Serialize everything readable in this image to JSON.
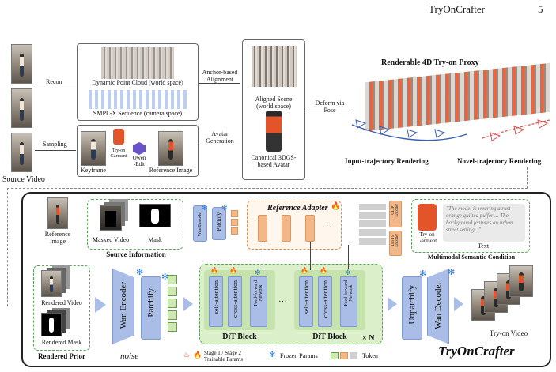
{
  "header": {
    "title": "TryOnCrafter",
    "page": "5"
  },
  "top": {
    "source_video": "Source Video",
    "recon": "Recon",
    "sampling": "Sampling",
    "dynamic_cloud": "Dynamic Point Cloud (world space)",
    "smplx": "SMPL-X Sequence (camera space)",
    "keyframe": "Keyframe",
    "tryon_garment": "Try-on\nGarment",
    "qwen_edit": "Qwen\n-Edit",
    "reference_image": "Reference Image",
    "anchor_alignment": "Anchor-based\nAlignment",
    "avatar_generation": "Avatar\nGeneration",
    "aligned_scene": "Aligned Scene\n(world space)",
    "canonical_avatar": "Canonical 3DGS-\nbased Avatar",
    "deform_via_pose": "Deform via\nPose",
    "proxy_title": "Renderable 4D Try-on Proxy",
    "input_traj": "Input-trajectory Rendering",
    "novel_traj": "Novel-trajectory Rendering"
  },
  "bottom": {
    "reference_image": "Reference\nImage",
    "masked_video": "Masked Video",
    "mask": "Mask",
    "source_information": "Source Information",
    "wan_encoder_small": "Wan Encoder",
    "patchify_small": "Patchify",
    "reference_adapter": "Reference Adapter",
    "clip_encoder": "CLIP\nEncoder",
    "umt5_encoder": "Um T5\nEncoder",
    "text_prompt": "\"The model is wearing a rust-orange quilted puffer ... The background features an urban street setting...\"",
    "tryon_garment": "Try-on\nGarment",
    "text": "Text",
    "multimodal": "Multimodal Semantic Condition",
    "rendered_video": "Rendered Video",
    "rendered_mask": "Rendered Mask",
    "rendered_prior": "Rendered Prior",
    "wan_encoder": "Wan Encoder",
    "patchify": "Patchify",
    "noise": "noise",
    "self_attention": "self-attention",
    "cross_attention": "cross-attention",
    "ffn": "Feed-forward\nNetwork",
    "dit_block": "DiT Block",
    "times_n": "× N",
    "unpatchify": "Unpatchify",
    "wan_decoder": "Wan Decoder",
    "tryon_video": "Try-on Video",
    "brand": "TryOnCrafter",
    "legend_stage": "Stage 1 / Stage 2\nTrainable Params",
    "legend_frozen": "Frozen Params",
    "legend_token": "Token"
  },
  "colors": {
    "blue": "#a9bde6",
    "orange": "#f2b88a",
    "green_token": "#cfe8b4",
    "dit_bg": "#dcefcb"
  }
}
